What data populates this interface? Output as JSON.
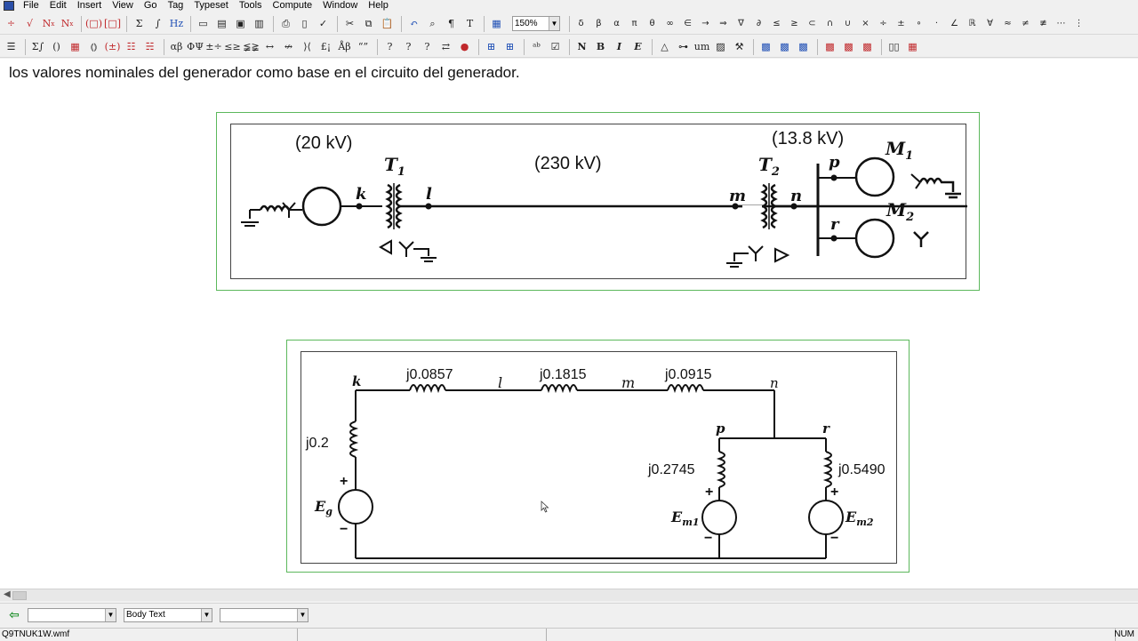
{
  "menu": [
    "File",
    "Edit",
    "Insert",
    "View",
    "Go",
    "Tag",
    "Typeset",
    "Tools",
    "Compute",
    "Window",
    "Help"
  ],
  "toolbar": {
    "zoom_value": "150%",
    "symbols": [
      "δ",
      "β",
      "α",
      "π",
      "θ",
      "∞",
      "∈",
      "→",
      "⇒",
      "∇",
      "∂",
      "≤",
      "≥",
      "⊂",
      "∩",
      "∪",
      "×",
      "÷",
      "±",
      "∘",
      "·",
      "∠",
      "ℝ",
      "∀",
      "≈",
      "≠",
      "≢",
      "⋯",
      "⋮"
    ],
    "font_buttons": [
      "N",
      "B",
      "I",
      "E"
    ]
  },
  "document": {
    "text": "los valores nominales del generador como base en el circuito del generador."
  },
  "figure1": {
    "v_gen": "(20 kV)",
    "v_line": "(230 kV)",
    "v_motor": "(13.8 kV)",
    "t1": "T",
    "t1_sub": "1",
    "t2": "T",
    "t2_sub": "2",
    "m1": "M",
    "m1_sub": "1",
    "m2": "M",
    "m2_sub": "2",
    "node_k": "k",
    "node_l": "l",
    "node_m": "m",
    "node_n": "n",
    "node_p": "p",
    "node_r": "r"
  },
  "figure2": {
    "z_kl": "j0.0857",
    "z_lm": "j0.1815",
    "z_mn": "j0.0915",
    "z_g": "j0.2",
    "z_m1": "j0.2745",
    "z_m2": "j0.5490",
    "node_k": "k",
    "node_l": "l",
    "node_m": "m",
    "node_n": "n",
    "node_p": "p",
    "node_r": "r",
    "eg": "E",
    "eg_sub": "g",
    "em1": "E",
    "em1_sub": "m1",
    "em2": "E",
    "em2_sub": "m2",
    "plus": "+",
    "minus": "−"
  },
  "bottombar": {
    "style_combo1": "",
    "style_combo2": "Body Text",
    "style_combo3": ""
  },
  "status": {
    "filename": "Q9TNUK1W.wmf",
    "num": "NUM"
  },
  "colors": {
    "figure_border": "#5cb85c",
    "accent_red": "#c0282b",
    "accent_blue": "#1f4fb5"
  }
}
